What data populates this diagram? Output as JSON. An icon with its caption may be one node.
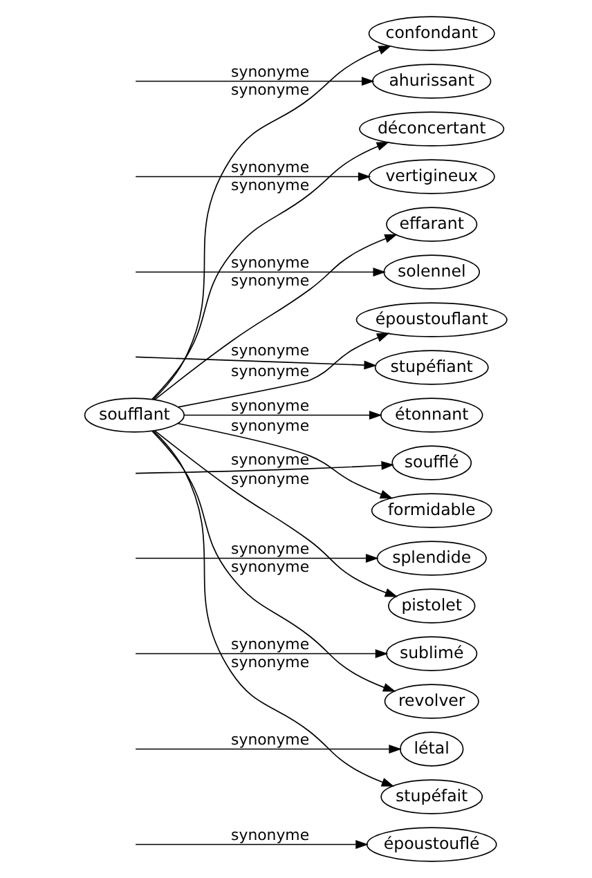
{
  "diagram": {
    "nodes": [
      {
        "text": [
          "soufflant"
        ]
      },
      {
        "text": [
          "confondant"
        ]
      },
      {
        "text": [
          "ahurissant"
        ]
      },
      {
        "text": [
          "déconcertant"
        ]
      },
      {
        "text": [
          "vertigineux"
        ]
      },
      {
        "text": [
          "effarant"
        ]
      },
      {
        "text": [
          "solennel"
        ]
      },
      {
        "text": [
          "époustouflant"
        ]
      },
      {
        "text": [
          "stupéfiant"
        ]
      },
      {
        "text": [
          "étonnant"
        ]
      },
      {
        "text": [
          "soufflé"
        ]
      },
      {
        "text": [
          "formidable"
        ]
      },
      {
        "text": [
          "splendide"
        ]
      },
      {
        "text": [
          "pistolet"
        ]
      },
      {
        "text": [
          "sublimé"
        ]
      },
      {
        "text": [
          "revolver"
        ]
      },
      {
        "text": [
          "létal"
        ]
      },
      {
        "text": [
          "stupéfait"
        ]
      },
      {
        "text": [
          "époustouflé"
        ]
      }
    ],
    "edges": [
      {
        "from": null,
        "to": 2,
        "arrow": "to",
        "label": "synonyme"
      },
      {
        "from": 0,
        "to": 1,
        "arrow": "to",
        "label": "synonyme"
      },
      {
        "from": null,
        "to": 4,
        "arrow": "to",
        "label": "synonyme"
      },
      {
        "from": 0,
        "to": 3,
        "arrow": "to",
        "label": "synonyme"
      },
      {
        "from": null,
        "to": 6,
        "arrow": "to",
        "label": "synonyme"
      },
      {
        "from": 0,
        "to": 5,
        "arrow": "to",
        "label": "synonyme"
      },
      {
        "from": null,
        "to": 8,
        "arrow": "to",
        "label": "synonyme"
      },
      {
        "from": 0,
        "to": 7,
        "arrow": "to",
        "label": "synonyme"
      },
      {
        "from": null,
        "to": 10,
        "arrow": "to",
        "label": "synonyme"
      },
      {
        "from": 0,
        "to": 9,
        "arrow": "to",
        "label": "synonyme"
      },
      {
        "from": 0,
        "to": 11,
        "arrow": "to",
        "label": "synonyme"
      },
      {
        "from": null,
        "to": 12,
        "arrow": "to",
        "label": "synonyme"
      },
      {
        "from": 0,
        "to": 13,
        "arrow": "to",
        "label": "synonyme"
      },
      {
        "from": null,
        "to": 14,
        "arrow": "to",
        "label": "synonyme"
      },
      {
        "from": 0,
        "to": 15,
        "arrow": "to",
        "label": "synonyme"
      },
      {
        "from": null,
        "to": 16,
        "arrow": "to",
        "label": "synonyme"
      },
      {
        "from": 0,
        "to": 17,
        "arrow": "to",
        "label": "synonyme"
      },
      {
        "from": null,
        "to": 18,
        "arrow": "to",
        "label": "synonyme"
      }
    ]
  }
}
